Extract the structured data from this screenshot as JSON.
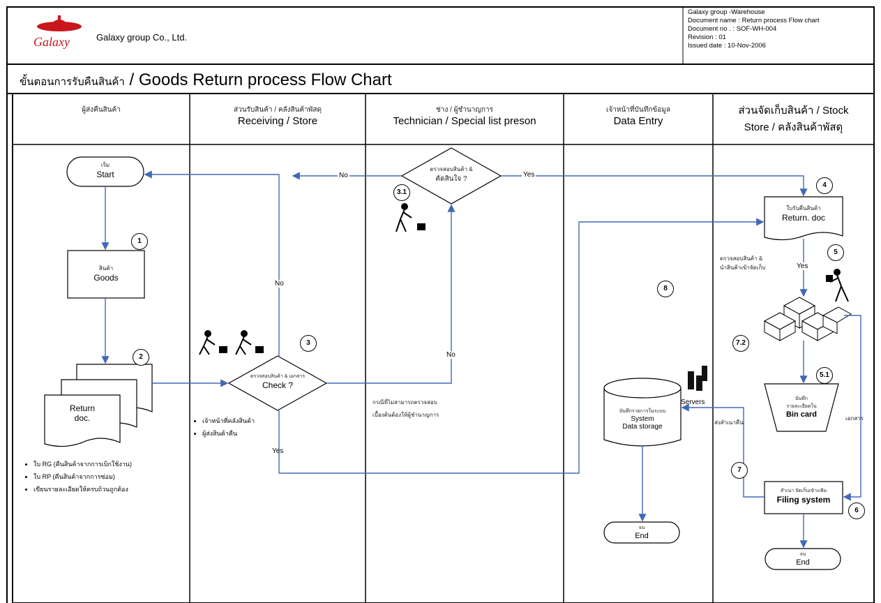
{
  "header": {
    "logo_text": "Galaxy",
    "company": "Galaxy group Co., Ltd.",
    "doc_info": [
      "Galaxy group -Warehouse",
      "Document name : Return process Flow chart",
      "Document no . : SOF-WH-004",
      "Revision : 01",
      "Issued date : 10-Nov-2006"
    ]
  },
  "title": {
    "thai": "ขั้นตอนการรับคืนสินค้า",
    "sep": " / ",
    "english": "Goods Return process Flow Chart"
  },
  "lanes": [
    {
      "th": "ผู้ส่งคืนสินค้า",
      "en": ""
    },
    {
      "th": "ส่วนรับสินค้า / คลังสินค้าพัสดุ",
      "en": "Receiving / Store"
    },
    {
      "th": "ช่าง / ผู้ชำนาญการ",
      "en": "Technician / Special list preson"
    },
    {
      "th": "เจ้าหน้าที่บันทึกข้อมูล",
      "en": "Data Entry"
    },
    {
      "th": "ส่วนจัดเก็บสินค้า / Stock",
      "en": "Store / คลังสินค้าพัสดุ"
    }
  ],
  "nodes": {
    "start": {
      "th": "เริ่ม",
      "en": "Start"
    },
    "goods": {
      "th": "สินค้า",
      "en": "Goods"
    },
    "return_doc": {
      "en1": "Return",
      "en2": "doc."
    },
    "check": {
      "th": "ตรวจสอบสินค้า & เอกสาร",
      "en": "Check ?"
    },
    "tech_decision": {
      "th1": "ตรวจสอบสินค้า &",
      "th2": "คัดสินใจ ?"
    },
    "stock_doc": {
      "th": "ใบรับคืนสินค้า",
      "en": "Return. doc"
    },
    "stock_note": {
      "l1": "ตรวจสอบสินค้า &",
      "l2": "นำสินค้าเข้าจัดเก็บ"
    },
    "bin_card": {
      "th1": "บันทึก",
      "th2": "รายละเอียดใน",
      "en": "Bin card"
    },
    "data_storage": {
      "th": "บันทึกรายการในระบบ",
      "en1": "System",
      "en2": "Data storage"
    },
    "servers": "Servers",
    "filing": {
      "th": "สำเนา จัดเก็บเข้าแฟ้ม",
      "en": "Filing system"
    },
    "end_data": {
      "th": "จบ",
      "en": "End"
    },
    "end_store": {
      "th": "จบ",
      "en": "End"
    }
  },
  "edge_labels": {
    "no_left": "No",
    "yes_right": "Yes",
    "no_receiving": "No",
    "no_technician": "No",
    "yes_bottom": "Yes",
    "yes_stock": "Yes",
    "send_copy": "ส่งสำเนาคืน",
    "copy_right": "เอกสาร"
  },
  "tech_note": [
    "กรณีที่ไม่สามารถตรวจสอบ",
    "เบื้องต้นต้องให้ผู้ชำนาญการ"
  ],
  "receiving_bullets": [
    "เจ้าหน้าที่คลังสินค้า",
    "ผู้ส่งสินค้าคืน"
  ],
  "sender_bullets": [
    "ใบ RG (คืนสินค้าจากการเบิกใช้งาน)",
    "ใบ RP (คืนสินค้าจากการซ่อม)",
    "เขียนรายละเอียดให้ครบถ้วนถูกต้อง"
  ],
  "step_numbers": {
    "s1": "1",
    "s2": "2",
    "s3": "3",
    "s31": "3.1",
    "s4": "4",
    "s5": "5",
    "s51": "5.1",
    "s6": "6",
    "s7": "7",
    "s72": "7.2",
    "s8": "8"
  },
  "colors": {
    "arrow": "#4169b8",
    "logo": "#c8161d",
    "border": "#000000"
  }
}
